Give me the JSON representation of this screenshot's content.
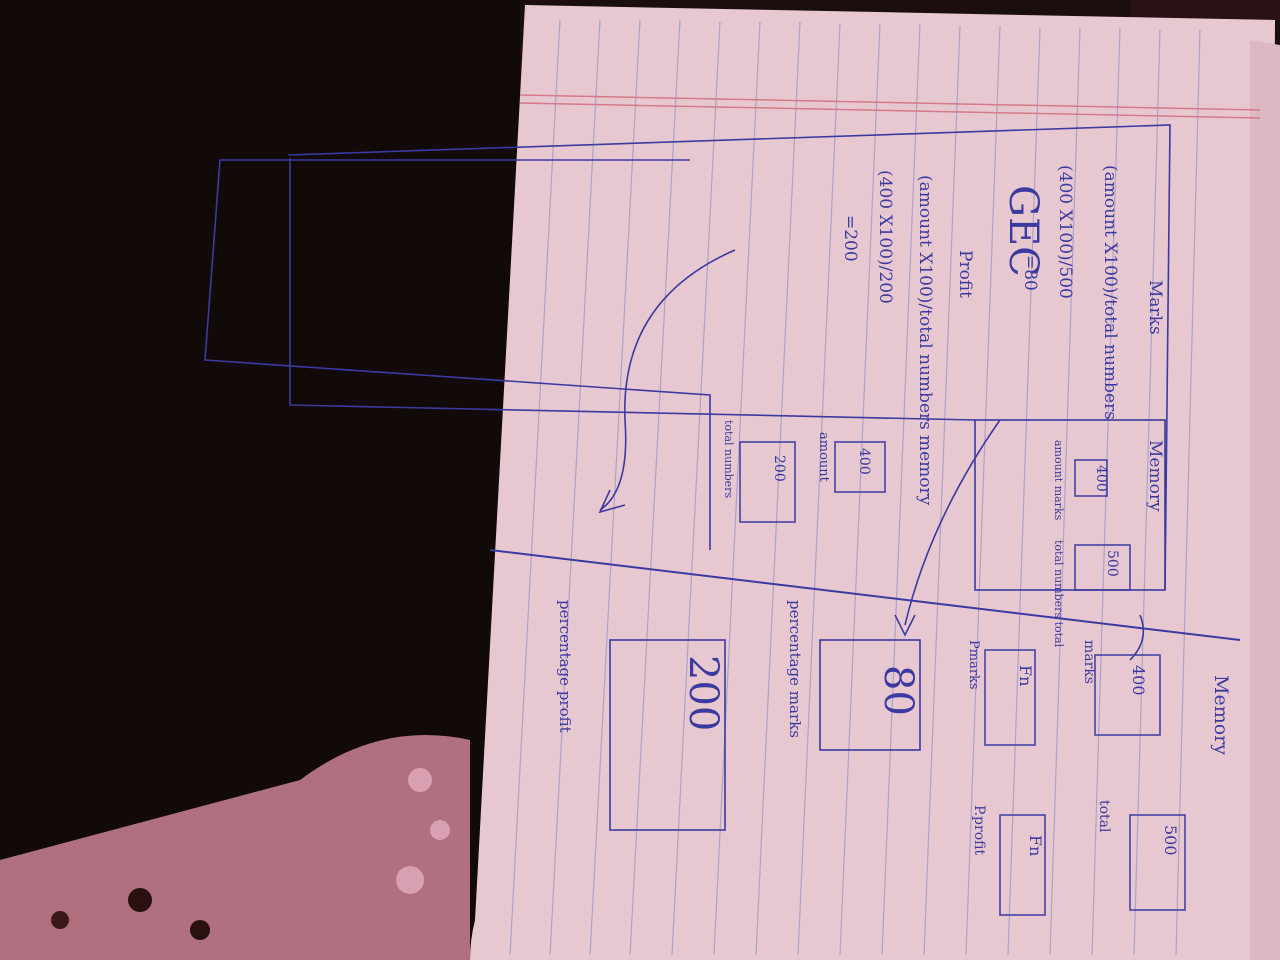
{
  "photo": {
    "title": "GEC",
    "sections": {
      "marks": {
        "heading": "Marks",
        "formula": "(amount X100)/total numbers",
        "substitution": "(400 X100)/500",
        "result": "=80"
      },
      "left_memory": {
        "heading": "Memory",
        "cells": [
          {
            "value": "400",
            "label": "amount marks"
          },
          {
            "value": "500",
            "label": "total numbers total"
          }
        ]
      },
      "profit": {
        "heading": "Profit",
        "formula": "(amount X100)/total numbers",
        "substitution": "(400 X100)/200",
        "result": "=200"
      },
      "lower_memory": {
        "heading": "memory",
        "cells": [
          {
            "value": "400",
            "label": "amount"
          },
          {
            "value": "200",
            "label": "total numbers"
          }
        ]
      },
      "right_memory": {
        "heading": "Memory",
        "cells": [
          {
            "value": "400",
            "label": "marks"
          },
          {
            "value": "500",
            "label": "total"
          },
          {
            "value": "Fn",
            "label": "Pmarks"
          },
          {
            "value": "Fn",
            "label": "P.profit"
          }
        ]
      },
      "results": [
        {
          "value": "80",
          "label": "percentage marks"
        },
        {
          "value": "200",
          "label": "percentage profit"
        }
      ]
    },
    "colors": {
      "background": "#1a0f0d",
      "paper": "#e8c8d0",
      "ink": "#3a3aa0",
      "margin_line": "#d47a8a",
      "rule_line": "#9a9ac8"
    }
  }
}
